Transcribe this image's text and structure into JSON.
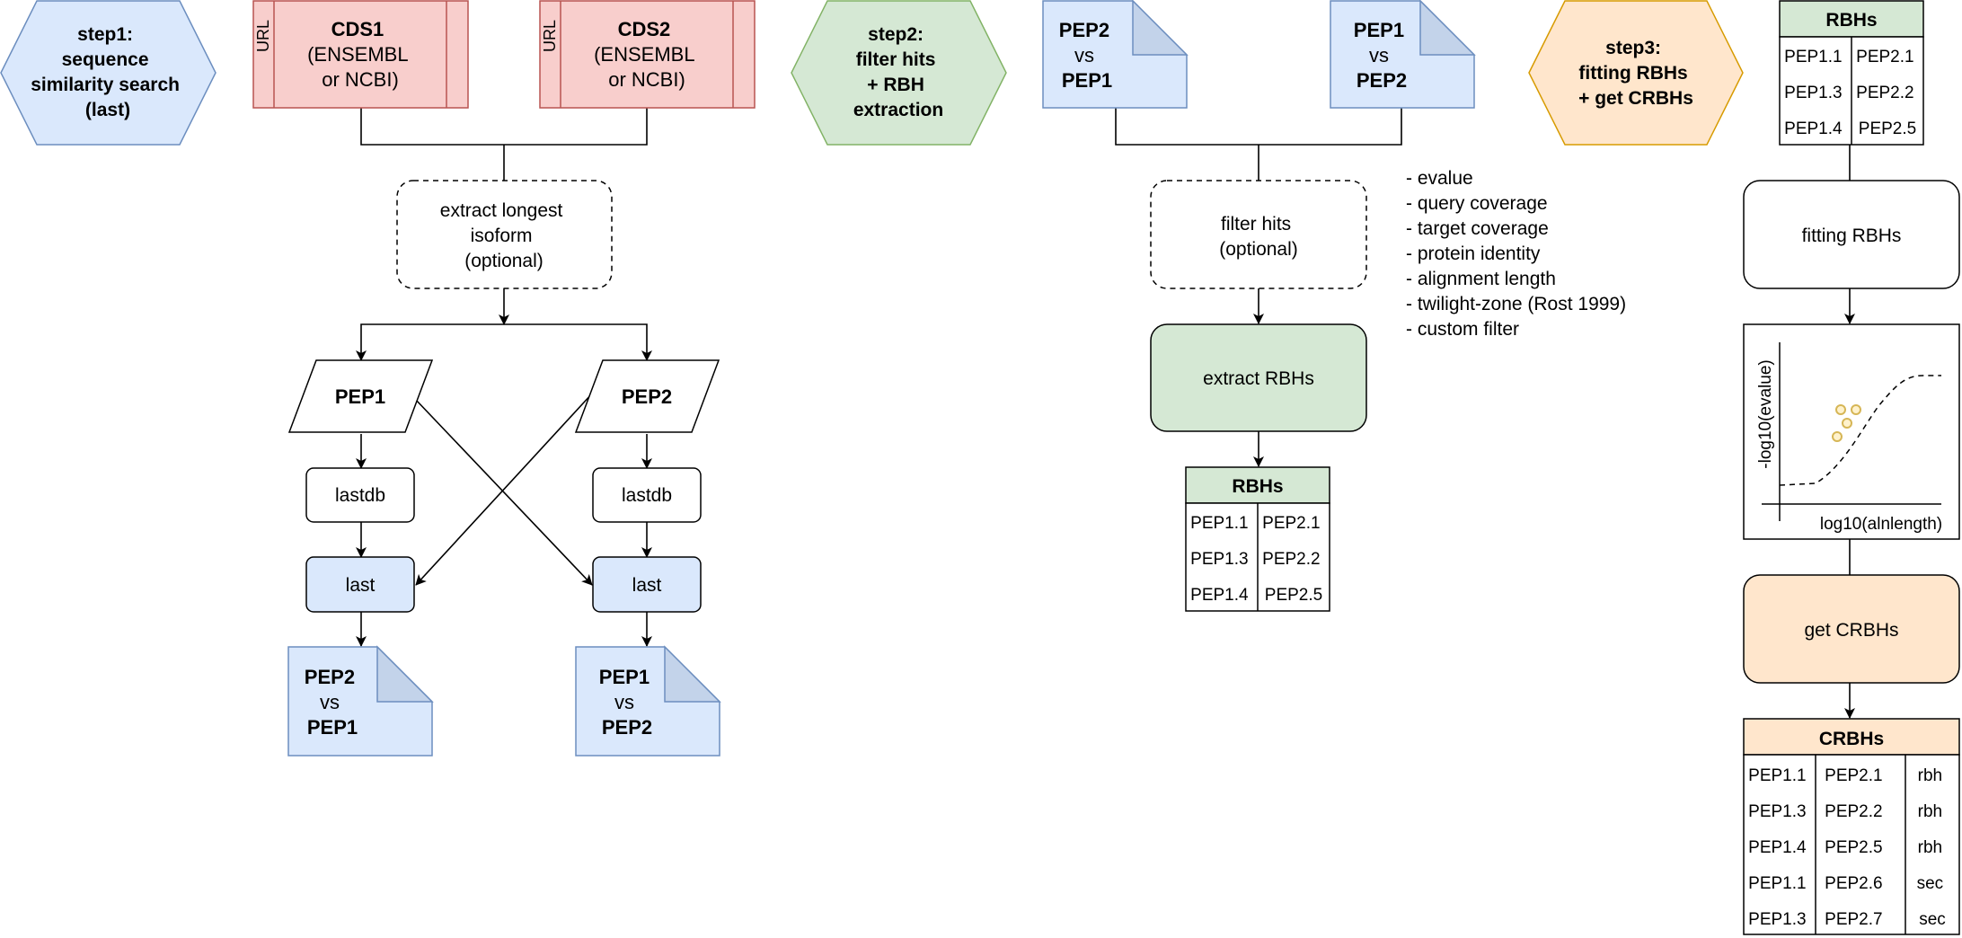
{
  "colors": {
    "blue_fill": "#dae8fc",
    "blue_stroke": "#6c8ebf",
    "blue_fold": "#c3d3ea",
    "red_fill": "#f8cecc",
    "red_stroke": "#b85450",
    "green_fill": "#d5e8d4",
    "green_stroke": "#82b366",
    "orange_fill": "#ffe6cc",
    "orange_stroke": "#d79b00",
    "scatter_fill": "#fff2cc",
    "scatter_stroke": "#d6b656",
    "line": "#000000"
  },
  "steps": {
    "step1": [
      "step1:",
      "sequence",
      "similarity search",
      "(last)"
    ],
    "step2": [
      "step2:",
      "filter hits",
      "+ RBH",
      "extraction"
    ],
    "step3": [
      "step3:",
      "fitting RBHs",
      "+ get CRBHs"
    ]
  },
  "cds": [
    {
      "url": "URL",
      "title": "CDS1",
      "lines": [
        "(ENSEMBL",
        "or NCBI)"
      ]
    },
    {
      "url": "URL",
      "title": "CDS2",
      "lines": [
        "(ENSEMBL",
        "or NCBI)"
      ]
    }
  ],
  "extract_longest": [
    "extract longest",
    "isoform",
    "(optional)"
  ],
  "pep_inputs": [
    "PEP1",
    "PEP2"
  ],
  "lastdb_label": "lastdb",
  "last_label": "last",
  "docs": {
    "pep2_vs_pep1": [
      "PEP2",
      "vs",
      "PEP1"
    ],
    "pep1_vs_pep2": [
      "PEP1",
      "vs",
      "PEP2"
    ]
  },
  "filter_hits": [
    "filter hits",
    "(optional)"
  ],
  "filter_criteria": [
    "- evalue",
    "- query coverage",
    "- target coverage",
    "- protein identity",
    "- alignment length",
    "- twilight-zone (Rost 1999)",
    "- custom filter"
  ],
  "extract_rbhs_label": "extract RBHs",
  "rbh_table": {
    "header": "RBHs",
    "rows": [
      [
        "PEP1.1",
        "PEP2.1"
      ],
      [
        "PEP1.3",
        "PEP2.2"
      ],
      [
        "PEP1.4",
        "PEP2.5"
      ]
    ]
  },
  "fitting_rbhs_label": "fitting RBHs",
  "scatter_plot": {
    "xlabel": "log10(alnlength)",
    "ylabel": "-log10(evalue)"
  },
  "get_crbhs_label": "get CRBHs",
  "crbh_table": {
    "header": "CRBHs",
    "rows": [
      [
        "PEP1.1",
        "PEP2.1",
        "rbh"
      ],
      [
        "PEP1.3",
        "PEP2.2",
        "rbh"
      ],
      [
        "PEP1.4",
        "PEP2.5",
        "rbh"
      ],
      [
        "PEP1.1",
        "PEP2.6",
        "sec"
      ],
      [
        "PEP1.3",
        "PEP2.7",
        "sec"
      ]
    ]
  }
}
